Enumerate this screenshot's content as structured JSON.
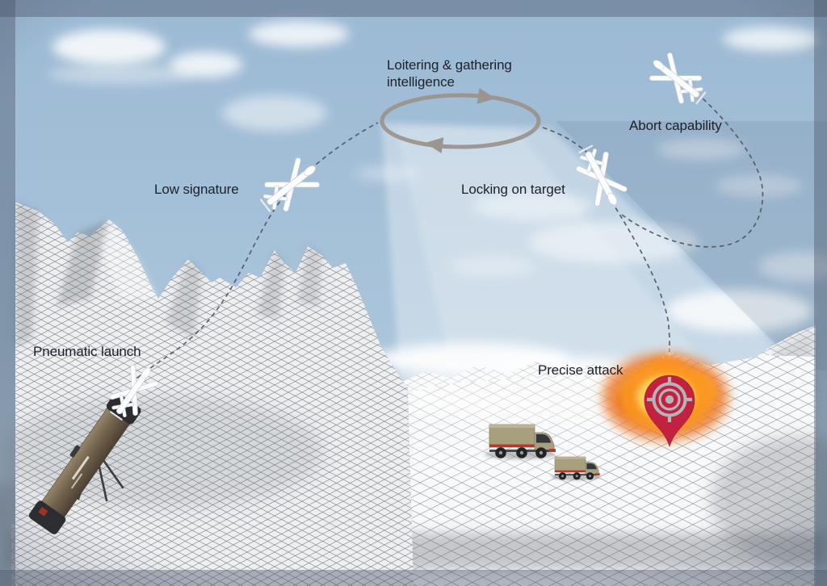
{
  "scene": {
    "annotations": {
      "pneumatic_launch": "Pneumatic launch",
      "low_signature": "Low signature",
      "loitering_gathering": "Loitering & gathering intelligence",
      "abort_capability": "Abort capability",
      "locking_on_target": "Locking on target",
      "precise_attack": "Precise attack"
    },
    "icons": {
      "loiter_loop": "circular-arrows-loop",
      "drone": "x-wing-loitering-munition",
      "launcher": "pneumatic-launch-canister-on-tripod",
      "truck": "military-box-truck",
      "explosion": "fireball-burst",
      "target_pin": "map-pin-with-crosshair"
    },
    "colors": {
      "frame": "#7e93a9",
      "sky_top": "#9cb9d4",
      "sky_bottom": "#c6d9e6",
      "beam": "#ffffff",
      "label_text": "#1d212a",
      "trajectory": "#4f545c",
      "loiter_ring": "#9a958e",
      "mountain_fill": "#eeeff1",
      "mountain_mesh_line": "#83878d",
      "valley_mesh_line": "#9aa0a6",
      "pin": "#c2223f",
      "pin_crosshair": "#b4b5b9",
      "explosion_outer": "#e96a10",
      "explosion_core": "#fff3cf",
      "truck_body": "#a89f7e",
      "truck_stripe": "#b23b2e",
      "launcher_tube": "#7b6b52",
      "launcher_caps": "#2c2c2f",
      "drone": "#fcfdff"
    }
  }
}
